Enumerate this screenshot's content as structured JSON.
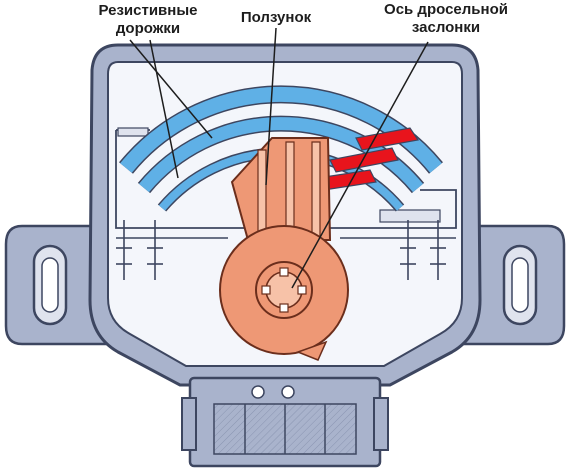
{
  "labels": {
    "tracks_line1": "Резистивные",
    "tracks_line2": "дорожки",
    "slider": "Ползунок",
    "axis_line1": "Ось дросельной",
    "axis_line2": "заслонки"
  },
  "colors": {
    "housing": "#a9b3cc",
    "housing_stroke": "#3d4660",
    "inner": "#f4f6fb",
    "track": "#5fb0e6",
    "contact": "#e8141c",
    "slider": "#ee9875",
    "slider_stroke": "#6b2e1c",
    "leader": "#1d1d1d"
  },
  "icons": {
    "slider_arm": "slider-arm-shape",
    "axis_hub": "throttle-shaft-hub",
    "mount_holes": "oval-mounting-hole"
  }
}
